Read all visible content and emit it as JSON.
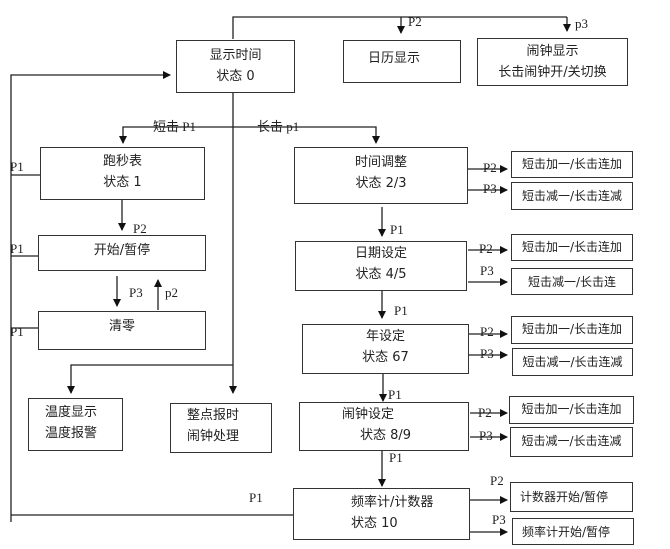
{
  "diagram": {
    "title": "",
    "nodes": {
      "display_time": {
        "line1": "显示时间",
        "line2": "状态 0"
      },
      "calendar": {
        "line1": "日历显示"
      },
      "alarm_display": {
        "line1": "闹钟显示",
        "line2": "长击闹钟开/关切换"
      },
      "stopwatch": {
        "line1": "跑秒表",
        "line2": "状态 1"
      },
      "start_pause": {
        "line1": "开始/暂停"
      },
      "clear": {
        "line1": "清零"
      },
      "temperature": {
        "line1": "温度显示",
        "line2": "温度报警"
      },
      "hourly_chime": {
        "line1": "整点报时",
        "line2": "闹钟处理"
      },
      "time_adjust": {
        "line1": "时间调整",
        "line2": "状态 2/3"
      },
      "date_set": {
        "line1": "日期设定",
        "line2": "状态 4/5"
      },
      "year_set": {
        "line1": "年设定",
        "line2": "状态 67"
      },
      "alarm_set": {
        "line1": "闹钟设定",
        "line2": "状态 8/9"
      },
      "freq_counter": {
        "line1": "频率计/计数器",
        "line2": "状态 10"
      },
      "time_inc": {
        "line1": "短击加一/长击连加"
      },
      "time_dec": {
        "line1": "短击减一/长击连减"
      },
      "date_inc": {
        "line1": "短击加一/长击连加"
      },
      "date_dec": {
        "line1": "短击减一/长击连"
      },
      "year_inc": {
        "line1": "短击加一/长击连加"
      },
      "year_dec": {
        "line1": "短击减一/长击连减"
      },
      "alarm_inc": {
        "line1": "短击加一/长击连加"
      },
      "alarm_dec": {
        "line1": "短击减一/长击连减"
      },
      "counter_start": {
        "line1": "计数器开始/暂停"
      },
      "freq_start": {
        "line1": "频率计开始/暂停"
      }
    },
    "edge_labels": {
      "to_calendar": "P2",
      "to_alarm_display": "p3",
      "short_press": "短击 P1",
      "long_press": "长击 p1",
      "stopwatch_back": "P1",
      "startpause_back": "P1",
      "clear_back": "P1",
      "stopwatch_to_start": "P2",
      "start_to_clear": "P3",
      "clear_to_start": "p2",
      "time_p2": "P2",
      "time_p3": "P3",
      "time_to_date": "P1",
      "date_p2": "P2",
      "date_p3": "P3",
      "date_to_year": "P1",
      "year_p2": "P2",
      "year_p3": "P3",
      "year_to_alarm": "P1",
      "alarm_p2": "P2",
      "alarm_p3": "P3",
      "alarm_to_freq": "P1",
      "freq_back": "P1",
      "freq_p2": "P2",
      "freq_p3": "P3"
    }
  }
}
